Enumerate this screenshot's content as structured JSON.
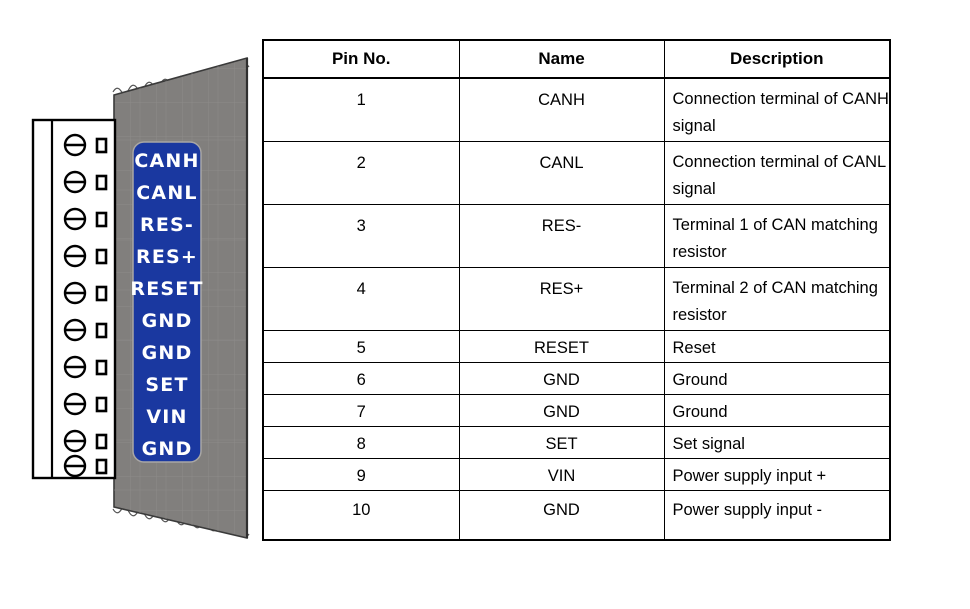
{
  "device": {
    "name": "can-converter-module",
    "terminal_block": {
      "name": "screw-terminal-block",
      "screw_count": 10
    },
    "faceplate_label": {
      "background_color": "#1a38a0",
      "text_color": "#ffffff",
      "pins": [
        "CANH",
        "CANL",
        "RES-",
        "RES+",
        "RESET",
        "GND",
        "GND",
        "SET",
        "VIN",
        "GND"
      ]
    },
    "body_color": "#817f7d"
  },
  "table": {
    "name": "pin-assignment-table",
    "headers": {
      "pin": "Pin No.",
      "name": "Name",
      "description": "Description"
    },
    "rows": [
      {
        "pin": "1",
        "name": "CANH",
        "description": "Connection terminal of CANH signal"
      },
      {
        "pin": "2",
        "name": "CANL",
        "description": "Connection terminal of CANL signal"
      },
      {
        "pin": "3",
        "name": "RES-",
        "description": "Terminal 1 of CAN matching resistor"
      },
      {
        "pin": "4",
        "name": "RES+",
        "description": "Terminal 2 of CAN matching resistor"
      },
      {
        "pin": "5",
        "name": "RESET",
        "description": "Reset"
      },
      {
        "pin": "6",
        "name": "GND",
        "description": "Ground"
      },
      {
        "pin": "7",
        "name": "GND",
        "description": "Ground"
      },
      {
        "pin": "8",
        "name": "SET",
        "description": "Set signal"
      },
      {
        "pin": "9",
        "name": "VIN",
        "description": "Power supply input +"
      },
      {
        "pin": "10",
        "name": "GND",
        "description": "Power supply input -"
      }
    ]
  }
}
